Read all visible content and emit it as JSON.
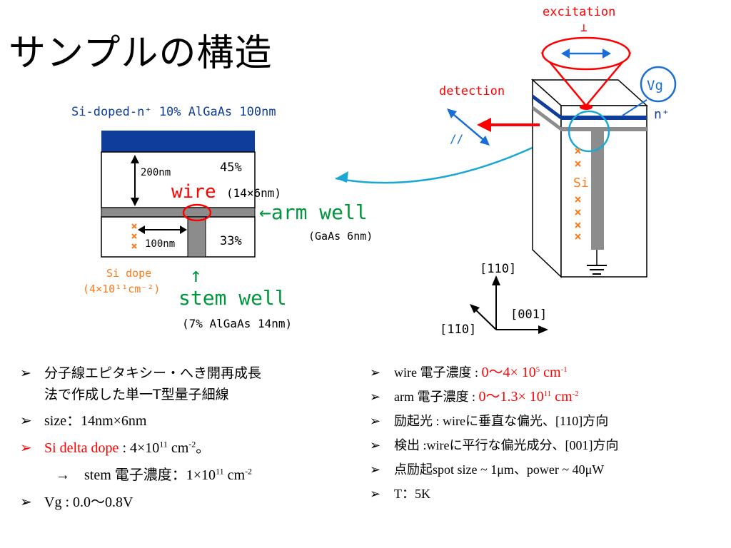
{
  "title": "サンプルの構造",
  "diagram": {
    "layer_label": "Si-doped-n⁺ 10% AlGaAs 100nm",
    "thickness_200": "200nm",
    "pct_45": "45%",
    "wire_label": "wire",
    "wire_size": "(14×6nm)",
    "arm_label": "←arm well",
    "arm_detail": "(GaAs 6nm)",
    "width_100": "100nm",
    "pct_33": "33%",
    "si_dope": "Si dope",
    "si_dope_conc": "(4×10¹¹cm⁻²)",
    "stem_arrow": "↑",
    "stem_label": "stem well",
    "stem_detail": "(7% AlGaAs 14nm)"
  },
  "device": {
    "excitation": "excitation",
    "perp": "⊥",
    "detection": "detection",
    "parallel": "//",
    "vg": "Vg",
    "nplus": "n⁺",
    "si": "Si",
    "axis_110": "[110]",
    "axis_001": "[001]",
    "axis_1m10": "[1̄10]"
  },
  "colors": {
    "dark_blue": "#0f3d9c",
    "red": "#ff0000",
    "green": "#00963c",
    "orange": "#ff7a1a",
    "cyan": "#1aa7d6",
    "gray": "#808080"
  },
  "left_bullets": {
    "b1_line1": "分子線エピタキシー・へき開再成長",
    "b1_line2": "法で作成した単一T型量子細線",
    "b2": "size：14nm×6nm",
    "b3_red": "Si delta dope",
    "b3_rest": " : 4×10",
    "b3_exp": "11",
    "b3_unit": " cm",
    "b3_unit_exp": "-2",
    "b3_end": "。",
    "b4_pre": "→　stem 電子濃度：1×10",
    "b4_exp": "11",
    "b4_unit": " cm",
    "b4_unit_exp": "-2",
    "b5": "Vg : 0.0〜0.8V"
  },
  "right_bullets": {
    "r1_pre": "wire 電子濃度 : ",
    "r1_val": "0〜4× 10",
    "r1_exp": "5",
    "r1_unit": " cm",
    "r1_unit_exp": "-1",
    "r2_pre": "arm 電子濃度 : ",
    "r2_val": "0〜1.3× 10",
    "r2_exp": "11",
    "r2_unit": " cm",
    "r2_unit_exp": "-2",
    "r3": "励起光 : wireに垂直な偏光、[110]方向",
    "r4": "検出 :wireに平行な偏光成分、[001]方向",
    "r5": "点励起spot size ~ 1μm、power ~ 40μW",
    "r6": "T：5K"
  },
  "bullet_mark": "➢"
}
